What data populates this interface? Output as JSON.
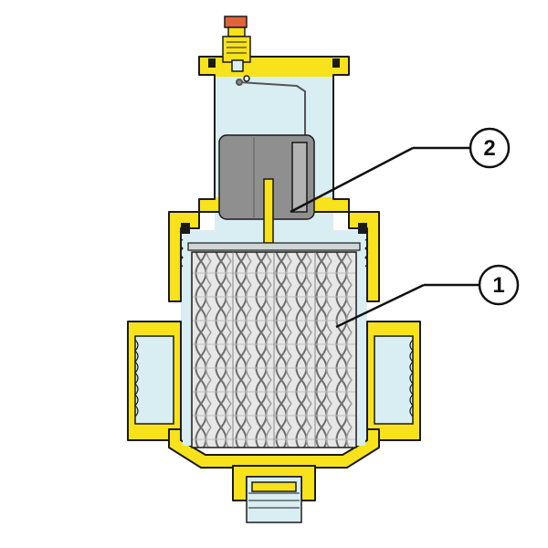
{
  "diagram": {
    "type": "cross-section",
    "colors": {
      "body": "#f7e21b",
      "outline": "#1a1a1a",
      "water": "#d9eef3",
      "float": "#8f8f8f",
      "mesh": "#9a9a9a",
      "valve_cap": "#e0633a"
    },
    "callouts": [
      {
        "id": "callout-2",
        "label": "2"
      },
      {
        "id": "callout-1",
        "label": "1"
      }
    ]
  }
}
